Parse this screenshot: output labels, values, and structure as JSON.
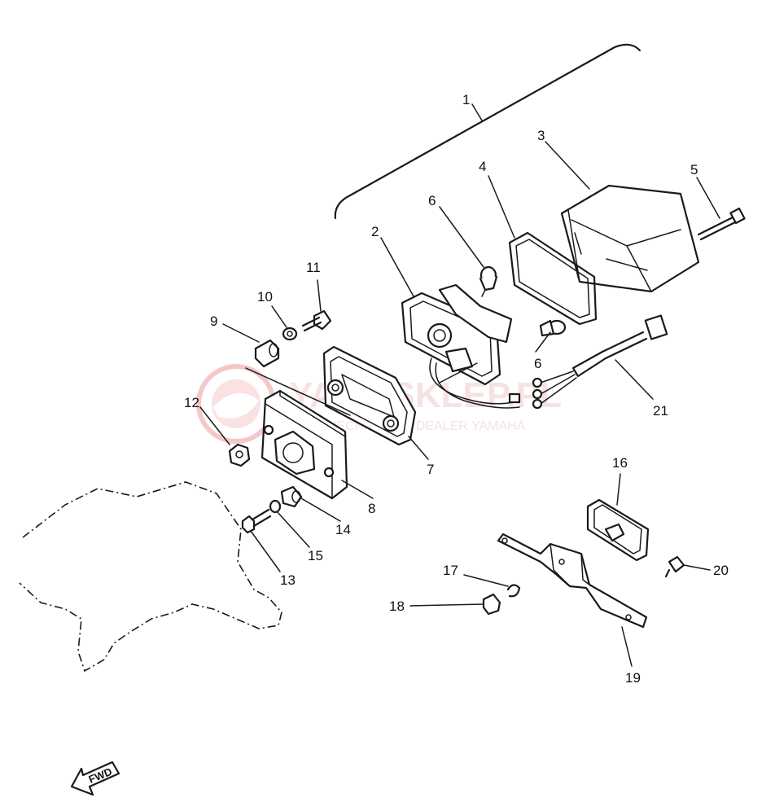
{
  "callouts": [
    "1",
    "2",
    "3",
    "4",
    "5",
    "6",
    "6",
    "7",
    "8",
    "9",
    "10",
    "11",
    "12",
    "13",
    "14",
    "15",
    "16",
    "17",
    "18",
    "19",
    "20",
    "21"
  ],
  "watermark": {
    "title": "YAMASKLEP.PL",
    "subtitle": "WOZNIECKI-ŁUCZ | DEALER YAMAHA",
    "color": "#f1c6c6"
  },
  "fwd_label": "FWD"
}
